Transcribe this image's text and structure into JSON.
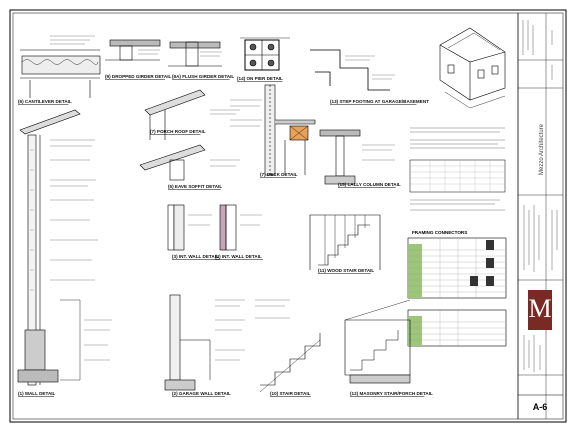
{
  "sheet": {
    "number": "A-6",
    "firm_name": "Mezzo Architecture",
    "logo_letter": "M"
  },
  "details": [
    {
      "id": "cantilever",
      "label": "(6) CANTILEVER DETAIL"
    },
    {
      "id": "dropped-girder",
      "label": "(9) DROPPED GIRDER DETAIL"
    },
    {
      "id": "flush-girder",
      "label": "(8A) FLUSH GIRDER DETAIL"
    },
    {
      "id": "pier",
      "label": "(14) ON PIER DETAIL"
    },
    {
      "id": "step-footing",
      "label": "(13) STEP FOOTING AT GARAGE/BASEMENT"
    },
    {
      "id": "porch-roof",
      "label": "(7) PORCH ROOF DETAIL"
    },
    {
      "id": "deck",
      "label": "(7) DECK DETAIL"
    },
    {
      "id": "eave-soffit",
      "label": "(5) EAVE SOFFIT DETAIL"
    },
    {
      "id": "lally-column",
      "label": "(15) LALLY COLUMN DETAIL"
    },
    {
      "id": "int-wall",
      "label": "(3) INT. WALL DETAIL"
    },
    {
      "id": "int-wall-2",
      "label": "(4) INT. WALL DETAIL"
    },
    {
      "id": "wood-stair",
      "label": "(11) WOOD STAIR DETAIL"
    },
    {
      "id": "wall",
      "label": "(1) WALL DETAIL"
    },
    {
      "id": "garage-wall",
      "label": "(2) GARAGE WALL DETAIL"
    },
    {
      "id": "stair",
      "label": "(10) STAIR DETAIL"
    },
    {
      "id": "masonry-stair",
      "label": "(12) MASONRY STAIR/PORCH DETAIL"
    }
  ],
  "tables": {
    "framing_connectors": "FRAMING CONNECTORS"
  }
}
